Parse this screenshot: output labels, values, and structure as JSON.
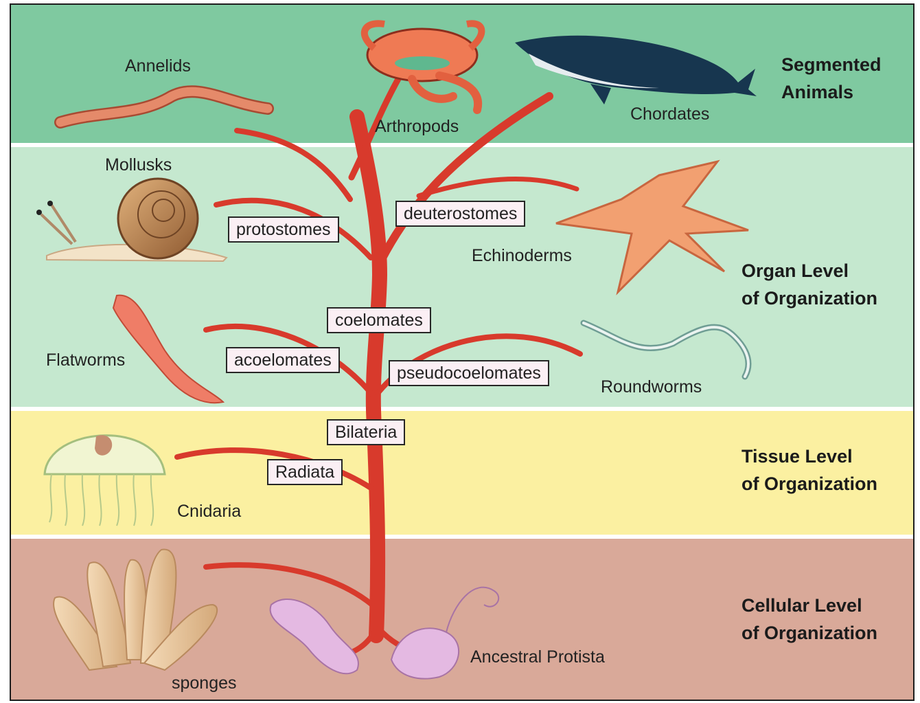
{
  "levels": {
    "segmented": [
      "Segmented",
      "Animals"
    ],
    "organ": [
      "Organ Level",
      "of Organization"
    ],
    "tissue": [
      "Tissue Level",
      "of Organization"
    ],
    "cellular": [
      "Cellular Level",
      "of Organization"
    ]
  },
  "organisms": {
    "annelids": "Annelids",
    "arthropods": "Arthropods",
    "chordates": "Chordates",
    "mollusks": "Mollusks",
    "echinoderms": "Echinoderms",
    "flatworms": "Flatworms",
    "roundworms": "Roundworms",
    "cnidaria": "Cnidaria",
    "sponges": "sponges",
    "protista": "Ancestral Protista"
  },
  "clades": {
    "protostomes": "protostomes",
    "deuterostomes": "deuterostomes",
    "coelomates": "coelomates",
    "acoelomates": "acoelomates",
    "pseudocoelomates": "pseudocoelomates",
    "bilateria": "Bilateria",
    "radiata": "Radiata"
  },
  "colors": {
    "segmented_band": "#7fc9a0",
    "organ_band": "#c5e8cf",
    "tissue_band": "#fbf0a1",
    "cellular_band": "#d9a999",
    "tree": "#d83a2c",
    "label_box": "#fbeff4"
  }
}
